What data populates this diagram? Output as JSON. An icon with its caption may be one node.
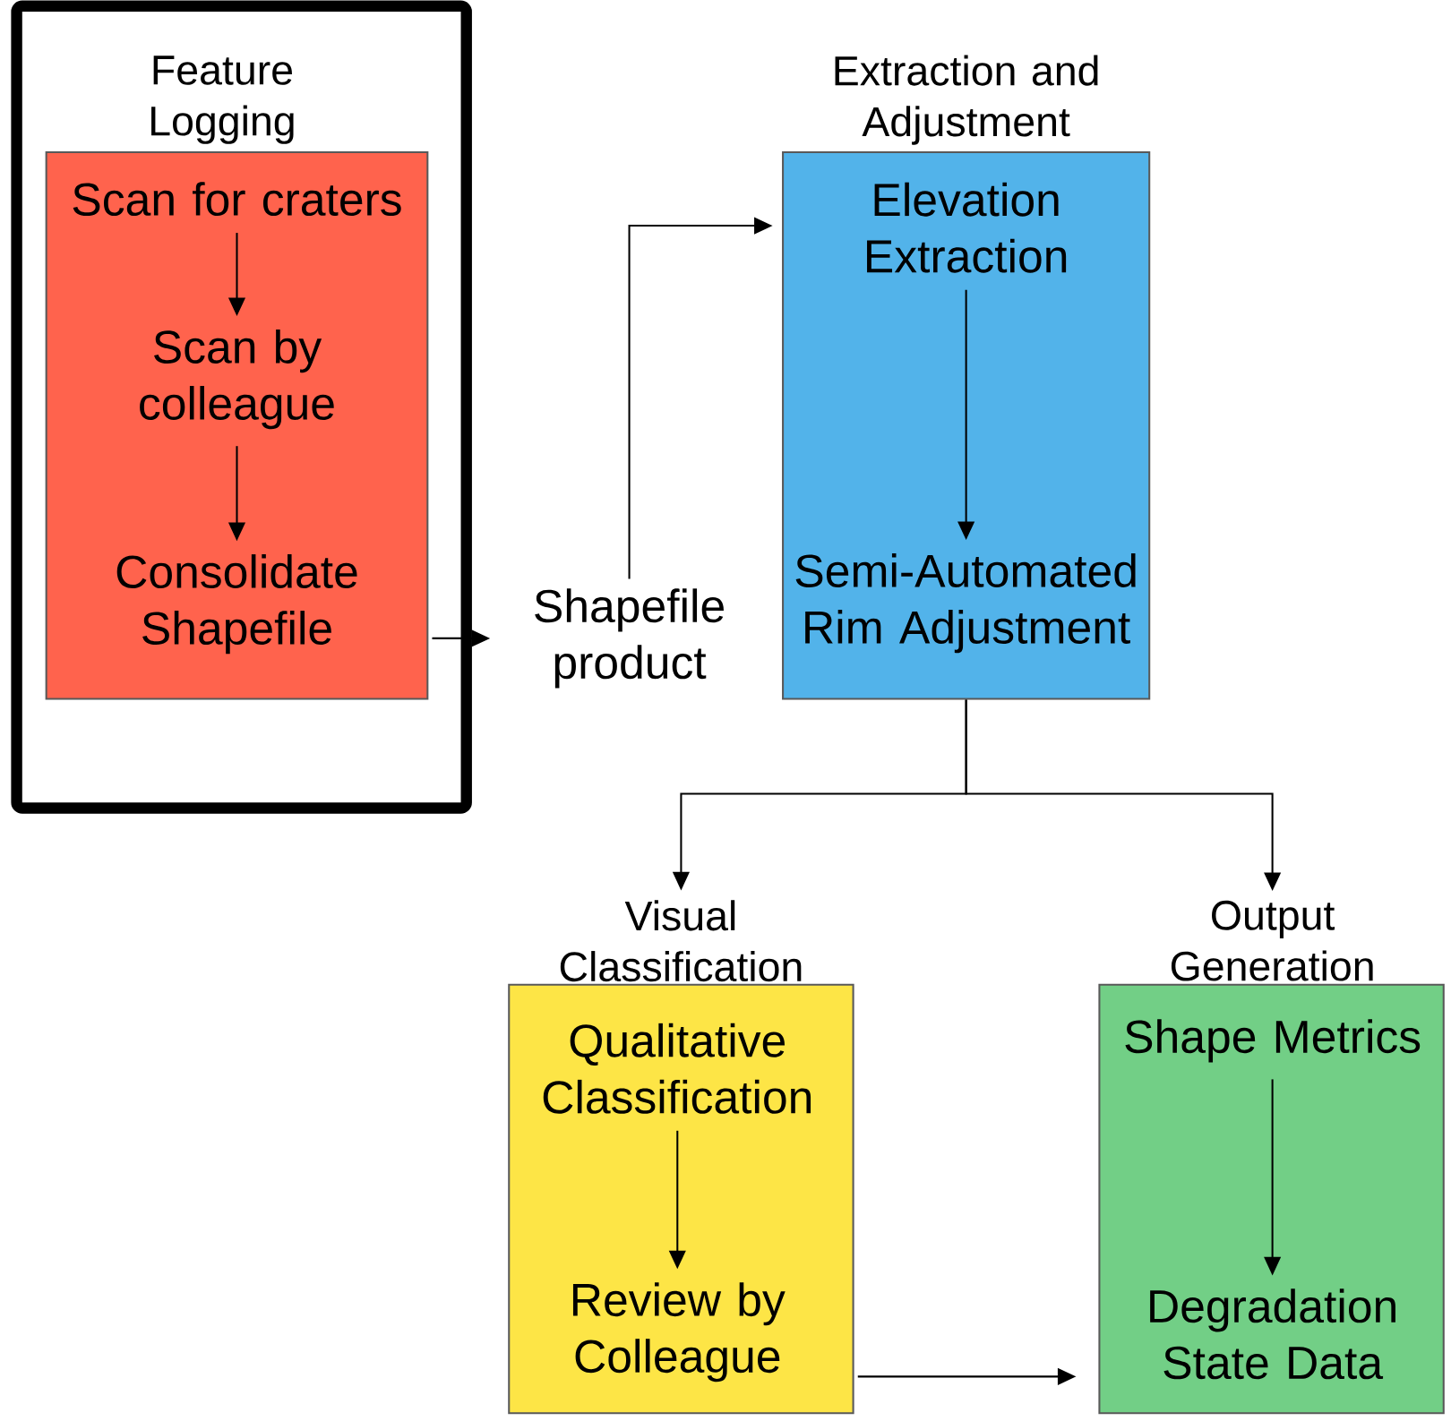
{
  "diagram": {
    "nodes": [
      {
        "text": [],
        "shape": "box"
      },
      {
        "text": [
          "Feature Logging"
        ],
        "in": 0
      },
      {
        "text": [
          "Scan for craters"
        ],
        "in": 1
      },
      {
        "text": [
          "Scan by colleague"
        ],
        "in": 1
      },
      {
        "text": [
          "Consolidate Shapefile"
        ],
        "in": 1
      },
      {
        "text": [
          "Shapefile product"
        ]
      },
      {
        "text": [
          "Extraction and Adjustment"
        ]
      },
      {
        "text": [
          "Elevation Extraction"
        ],
        "in": 6
      },
      {
        "text": [
          "Semi-Automated Rim Adjustment"
        ],
        "in": 6
      },
      {
        "text": [
          "Visual Classification"
        ]
      },
      {
        "text": [
          "Qualitative Classification"
        ],
        "in": 9
      },
      {
        "text": [
          "Review by Colleague"
        ],
        "in": 9
      },
      {
        "text": [
          "Output Generation"
        ]
      },
      {
        "text": [
          "Shape Metrics"
        ],
        "in": 12
      },
      {
        "text": [
          "Degradation State Data"
        ],
        "in": 12
      }
    ],
    "edges": [
      {
        "from": 2,
        "to": 3,
        "arrow": "to"
      },
      {
        "from": 3,
        "to": 4,
        "arrow": "to"
      },
      {
        "from": 1,
        "to": 5,
        "arrow": "to"
      },
      {
        "from": 5,
        "to": 6,
        "arrow": "to"
      },
      {
        "from": 7,
        "to": 8,
        "arrow": "to"
      },
      {
        "from": 6,
        "to": 9,
        "arrow": "to"
      },
      {
        "from": 6,
        "to": 12,
        "arrow": "to"
      },
      {
        "from": 10,
        "to": 11,
        "arrow": "to"
      },
      {
        "from": 9,
        "to": 12,
        "arrow": "to"
      },
      {
        "from": 13,
        "to": 14,
        "arrow": "to"
      }
    ]
  }
}
